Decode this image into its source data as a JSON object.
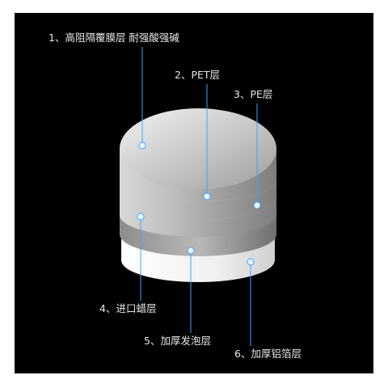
{
  "labels": {
    "l1": "1、高阻隔覆膜层 耐强酸强碱",
    "l2": "2、PET层",
    "l3": "3、PE层",
    "l4": "4、进口蜡层",
    "l5": "5、加厚发泡层",
    "l6": "6、加厚铝箔层"
  },
  "colors": {
    "background": "#000000",
    "border": "#ffffff",
    "leader_line": "#3aa8ff",
    "label_text": "#e8e8e8"
  }
}
